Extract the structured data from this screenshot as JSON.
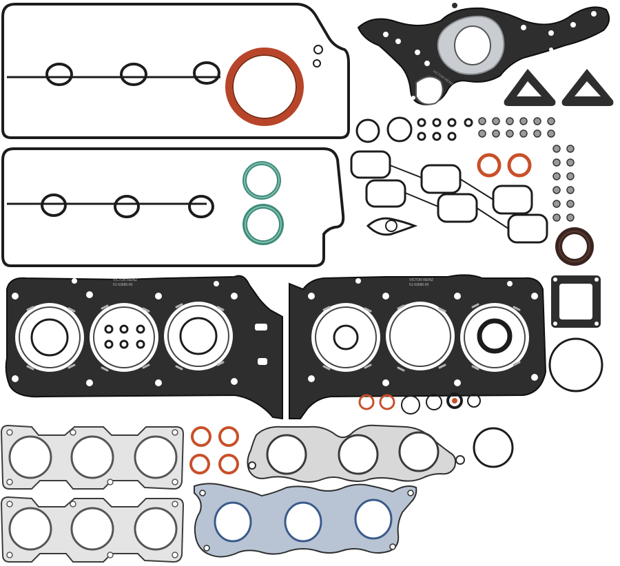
{
  "image": {
    "kind": "product-photo",
    "subject": "engine-gasket-set",
    "background": "#ffffff"
  },
  "colors": {
    "rubber": "#1c1c1c",
    "steel": "#2e2e2e",
    "steel_edge": "#0f0f0f",
    "silver": "#c9ccd0",
    "silver_dark": "#8f9398",
    "copper": "#c8502a",
    "copper_dark": "#7a2a10",
    "green": "#3f8a7a",
    "green_light": "#7fbfae",
    "blue_print": "#3a5a8a",
    "pale": "#e9e9e9"
  },
  "head_gasket_left": {
    "stamp_line_1": "VICTOR REINZ",
    "stamp_line_2": "61-53685-00"
  },
  "head_gasket_right": {
    "stamp_line_1": "VICTOR REINZ",
    "stamp_line_2": "61-53686-00"
  },
  "timing_cover_stamp": "VICTOR REINZ"
}
